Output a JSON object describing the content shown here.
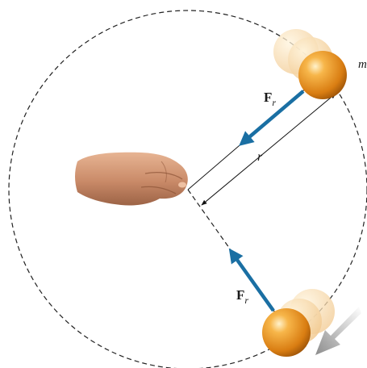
{
  "diagram": {
    "colors": {
      "force_arrow": "#1a6fa3",
      "ball": "#e08a1a",
      "ball_highlight": "#ffe2a8",
      "motion_arrow": "#9a9a9a",
      "path": "#222222"
    },
    "labels": {
      "force_symbol_top": "F",
      "force_subscript_top": "r",
      "force_symbol_bottom": "F",
      "force_subscript_bottom": "r",
      "radius": "r",
      "mass": "m"
    },
    "icons": [
      "hand-icon",
      "ball-icon",
      "motion-arrow-icon"
    ]
  }
}
